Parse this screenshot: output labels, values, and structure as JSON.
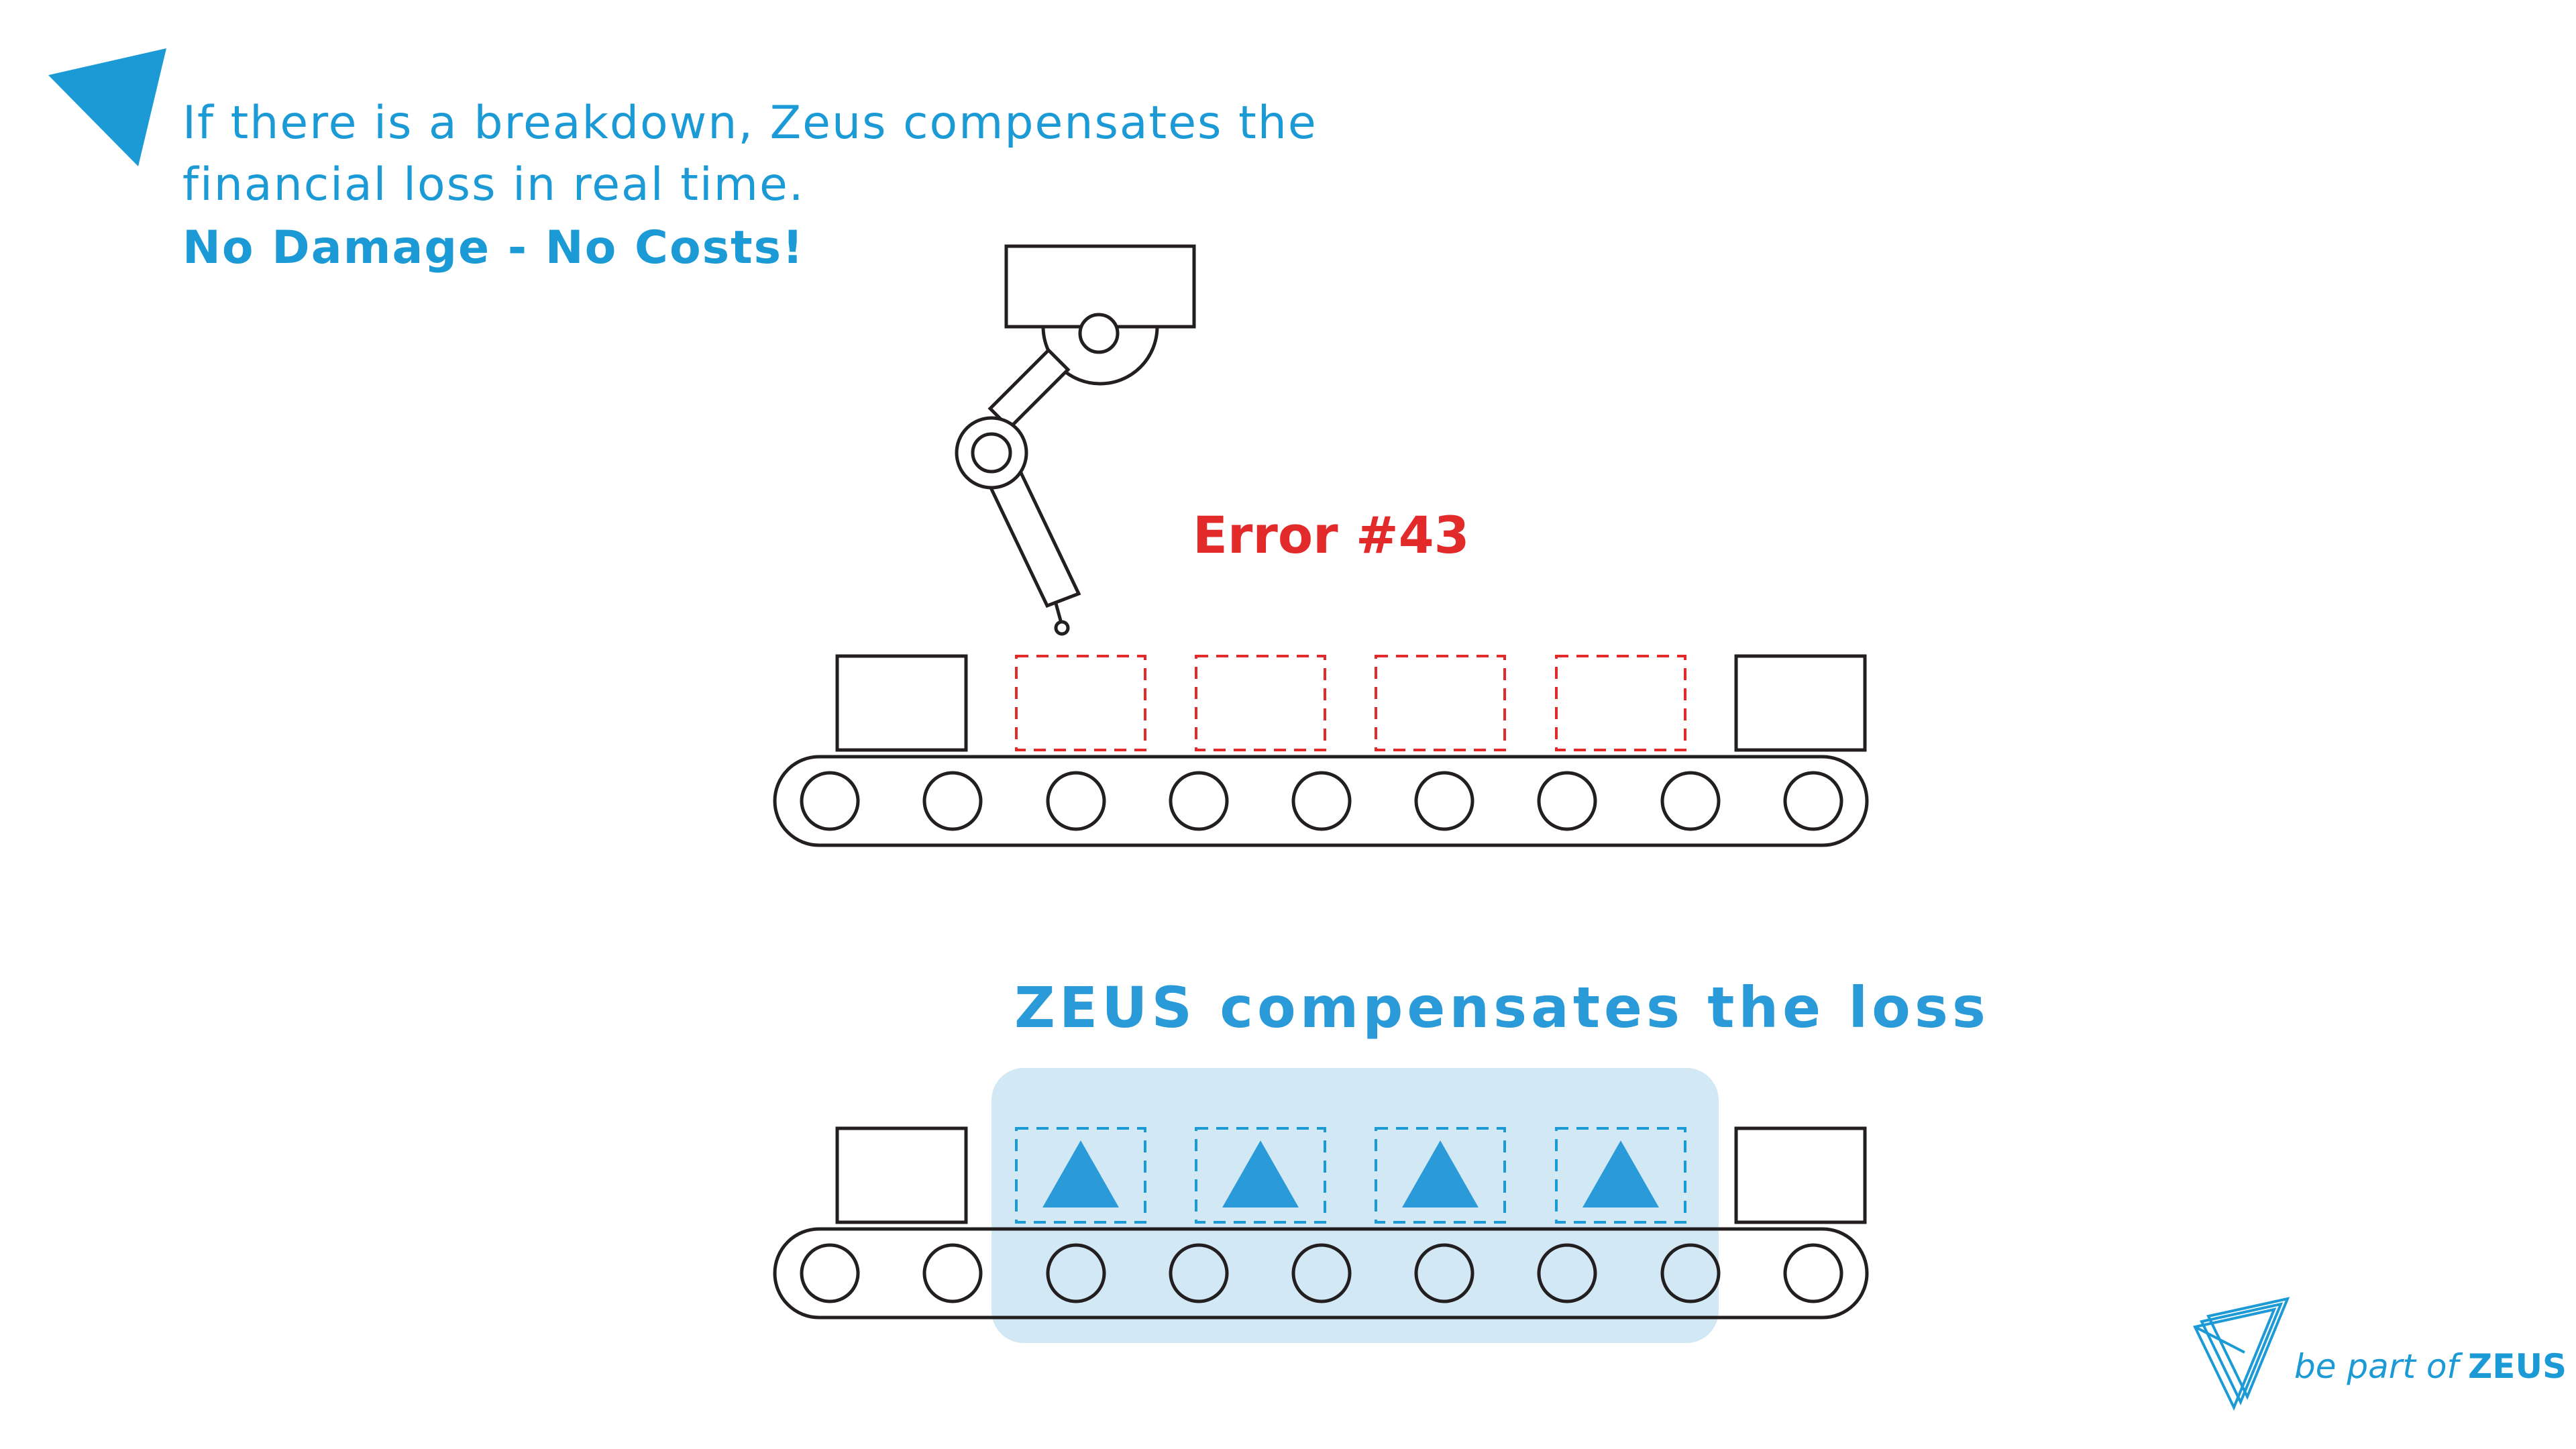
{
  "intro": {
    "line1": "If there is a breakdown, Zeus compensates the",
    "line2": "financial loss in real time.",
    "line3": "No Damage - No Costs!"
  },
  "error_label": "Error #43",
  "loss_title": "ZEUS compensates the loss",
  "footer": {
    "tagline_prefix": "be part of",
    "tagline_brand": "ZEUS"
  },
  "colors": {
    "brand_blue": "#1b9ad6",
    "error_red": "#e32a2a",
    "highlight_fill": "#d2e8f5",
    "outline": "#231f20"
  },
  "icons": [
    "corner-triangle-icon",
    "robot-arm-icon",
    "conveyor-belt-icon",
    "product-triangle-icon",
    "zeus-logo-icon"
  ]
}
